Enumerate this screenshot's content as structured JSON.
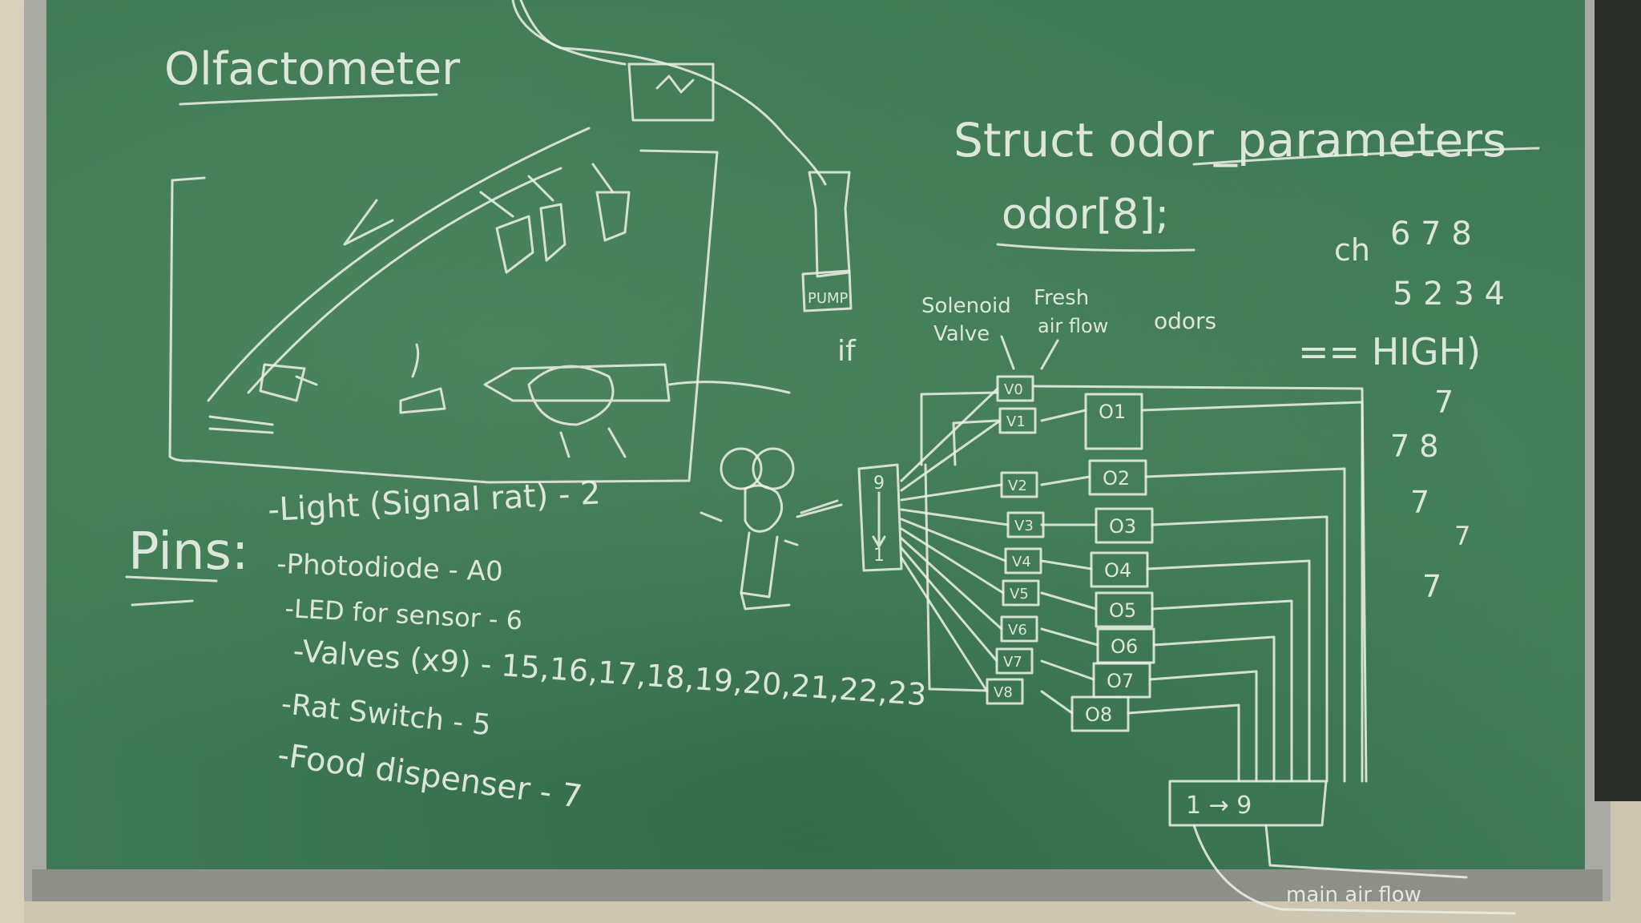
{
  "board": {
    "title": "Olfactometer",
    "struct_line": "Struct odor_parameters",
    "struct_var": "odor[8];",
    "pump_label": "PUMP",
    "if_label": "if",
    "solenoid_label_1": "Solenoid",
    "solenoid_label_2": "Valve",
    "fresh_label_1": "Fresh",
    "fresh_label_2": "air flow",
    "odors_label": "odors",
    "condition": {
      "ch": "ch",
      "row1": "6 7 8",
      "row2": "5 2 3 4",
      "high": "== HIGH)",
      "q1": "7",
      "q2": "7 8",
      "q3": "7",
      "q4": "7",
      "q5": "7"
    },
    "valves": [
      "V0",
      "V1",
      "V2",
      "V3",
      "V4",
      "V5",
      "V6",
      "V7",
      "V8"
    ],
    "odor_boxes": [
      "O1",
      "O2",
      "O3",
      "O4",
      "O5",
      "O6",
      "O7",
      "O8"
    ],
    "manifold_label_top": "9",
    "manifold_label_bottom": "1",
    "mixer_label": "1 → 9",
    "main_air_label": "main air flow",
    "pins": {
      "heading": "Pins:",
      "items": [
        "-Light (Signal rat) - 2",
        "-Photodiode - A0",
        "-LED for sensor - 6",
        "-Valves (x9) - 15,16,17,18,19,20,21,22,23",
        "-Rat Switch - 5",
        "-Food dispenser - 7"
      ]
    }
  }
}
